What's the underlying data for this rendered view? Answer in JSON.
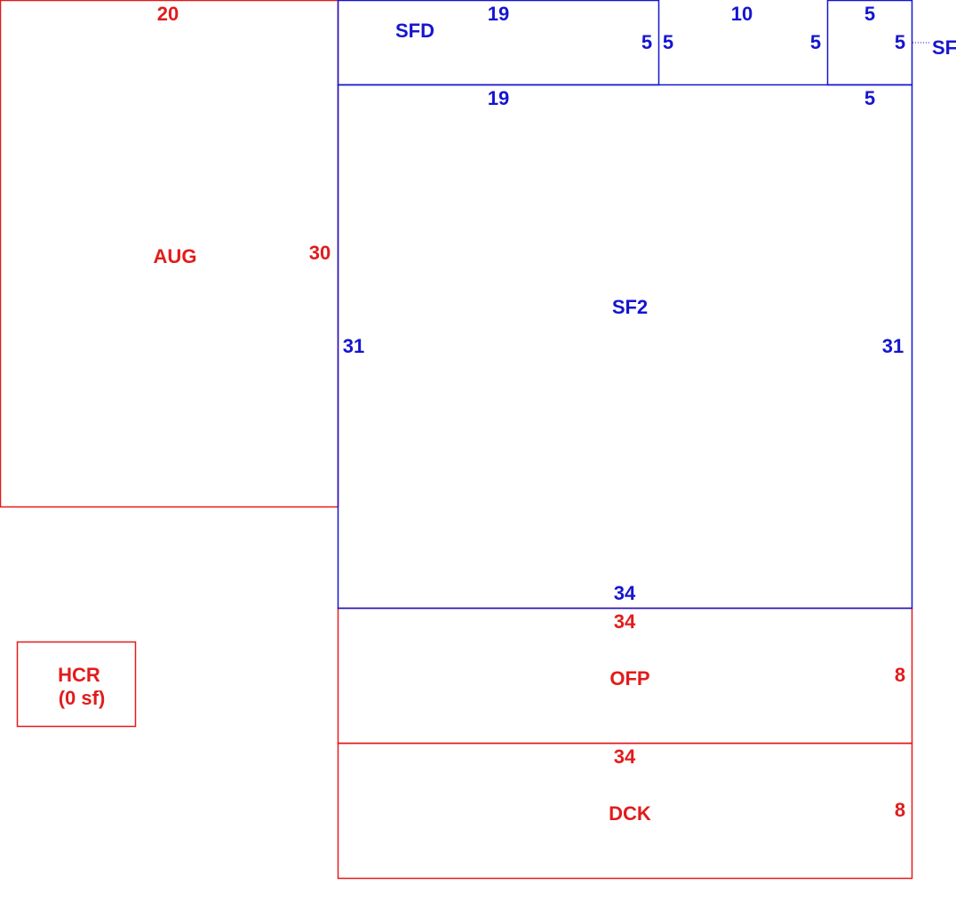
{
  "colors": {
    "red": "#e31b1b",
    "blue": "#1515d0"
  },
  "areas": {
    "aug": {
      "label": "AUG",
      "dims": {
        "top": "20",
        "right": "30"
      }
    },
    "sfd": {
      "label": "SFD",
      "dims": {
        "top": "19",
        "bottom": "19",
        "right": "5"
      }
    },
    "sf2": {
      "label": "SF2",
      "dims": {
        "top_gap": "10",
        "left": "31",
        "right": "31",
        "bottom": "34",
        "notch_left": "5"
      }
    },
    "sf_small": {
      "label": "SF",
      "dims": {
        "top": "5",
        "bottom": "5",
        "left": "5",
        "right": "5"
      }
    },
    "ofp": {
      "label": "OFP",
      "dims": {
        "top": "34",
        "right": "8"
      }
    },
    "dck": {
      "label": "DCK",
      "dims": {
        "top": "34",
        "right": "8"
      }
    },
    "hcr": {
      "label": "HCR",
      "sublabel": "(0 sf)"
    }
  }
}
